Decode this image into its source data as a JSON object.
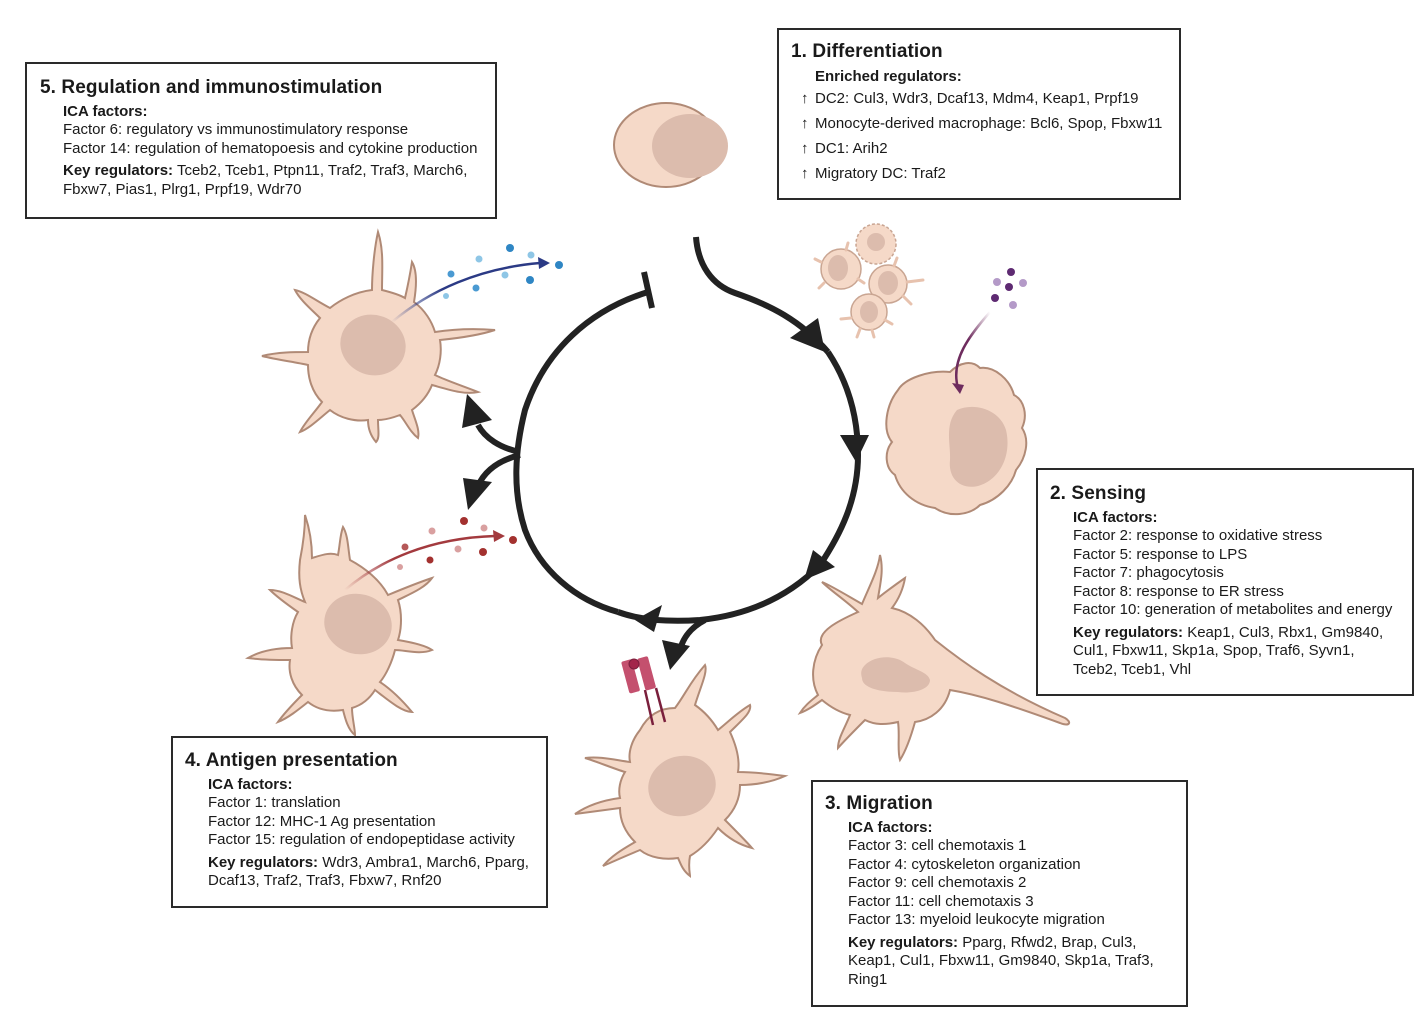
{
  "colors": {
    "cell_fill": "#f5d9c8",
    "cell_stroke": "#b08a76",
    "nucleus_fill": "#dcbcad",
    "cycle_arrow": "#222222",
    "cytokine_blue_dark": "#2f86c4",
    "cytokine_blue_light": "#8ec6e6",
    "arrow_navy": "#2b3a85",
    "cytokine_red_dark": "#a3312f",
    "cytokine_red_light": "#d9a0a0",
    "arrow_red": "#a33a3e",
    "signal_purple_dark": "#5e2a72",
    "signal_purple_light": "#b49ac8",
    "arrow_purple": "#6e2c5e",
    "mhc_pink": "#c4506e",
    "mhc_dark": "#7a1f3c"
  },
  "stages": {
    "differentiation": {
      "title": "1. Differentiation",
      "subtitle": "Enriched regulators:",
      "items": [
        {
          "icon": "up-arrow-icon",
          "symbol": "↑",
          "text": "DC2: Cul3, Wdr3, Dcaf13, Mdm4, Keap1, Prpf19"
        },
        {
          "icon": "up-arrow-icon",
          "symbol": "↑",
          "text": "Monocyte-derived macrophage: Bcl6, Spop, Fbxw11"
        },
        {
          "icon": "up-arrow-icon",
          "symbol": "↑",
          "text": "DC1: Arih2"
        },
        {
          "icon": "up-arrow-icon",
          "symbol": "↑",
          "text": "Migratory DC: Traf2"
        }
      ]
    },
    "sensing": {
      "title": "2. Sensing",
      "subtitle": "ICA factors:",
      "factors": [
        "Factor 2: response to oxidative stress",
        "Factor 5: response to LPS",
        "Factor 7: phagocytosis",
        "Factor 8: response to ER stress",
        "Factor 10: generation of metabolites and energy"
      ],
      "key_label": "Key regulators:",
      "key_lines": [
        " Keap1, Cul3, Rbx1, Gm9840,",
        "Cul1, Fbxw11, Skp1a, Spop, Traf6, Syvn1,",
        "Tceb2, Tceb1, Vhl"
      ]
    },
    "migration": {
      "title": "3. Migration",
      "subtitle": "ICA factors:",
      "factors": [
        "Factor 3: cell chemotaxis 1",
        "Factor 4: cytoskeleton organization",
        "Factor 9: cell chemotaxis 2",
        "Factor 11: cell chemotaxis 3",
        "Factor 13: myeloid leukocyte migration"
      ],
      "key_label": "Key regulators:",
      "key_lines": [
        " Pparg, Rfwd2, Brap, Cul3,",
        "Keap1, Cul1, Fbxw11, Gm9840, Skp1a, Traf3,",
        "Ring1"
      ]
    },
    "antigen_presentation": {
      "title": "4. Antigen presentation",
      "subtitle": "ICA factors:",
      "factors": [
        "Factor 1: translation",
        "Factor 12: MHC-1 Ag presentation",
        "Factor 15: regulation of endopeptidase activity"
      ],
      "key_label": "Key regulators:",
      "key_lines": [
        " Wdr3, Ambra1, March6, Pparg,",
        "Dcaf13, Traf2, Traf3, Fbxw7, Rnf20"
      ]
    },
    "regulation": {
      "title": "5. Regulation and immunostimulation",
      "subtitle": "ICA factors:",
      "factors": [
        "Factor 6: regulatory vs immunostimulatory response",
        "Factor 14: regulation of hematopoesis and cytokine production"
      ],
      "key_label": "Key regulators:",
      "key_lines": [
        " Tceb2, Tceb1, Ptpn11, Traf2, Traf3, March6,",
        "Fbxw7, Pias1, Plrg1, Prpf19, Wdr70"
      ]
    }
  }
}
